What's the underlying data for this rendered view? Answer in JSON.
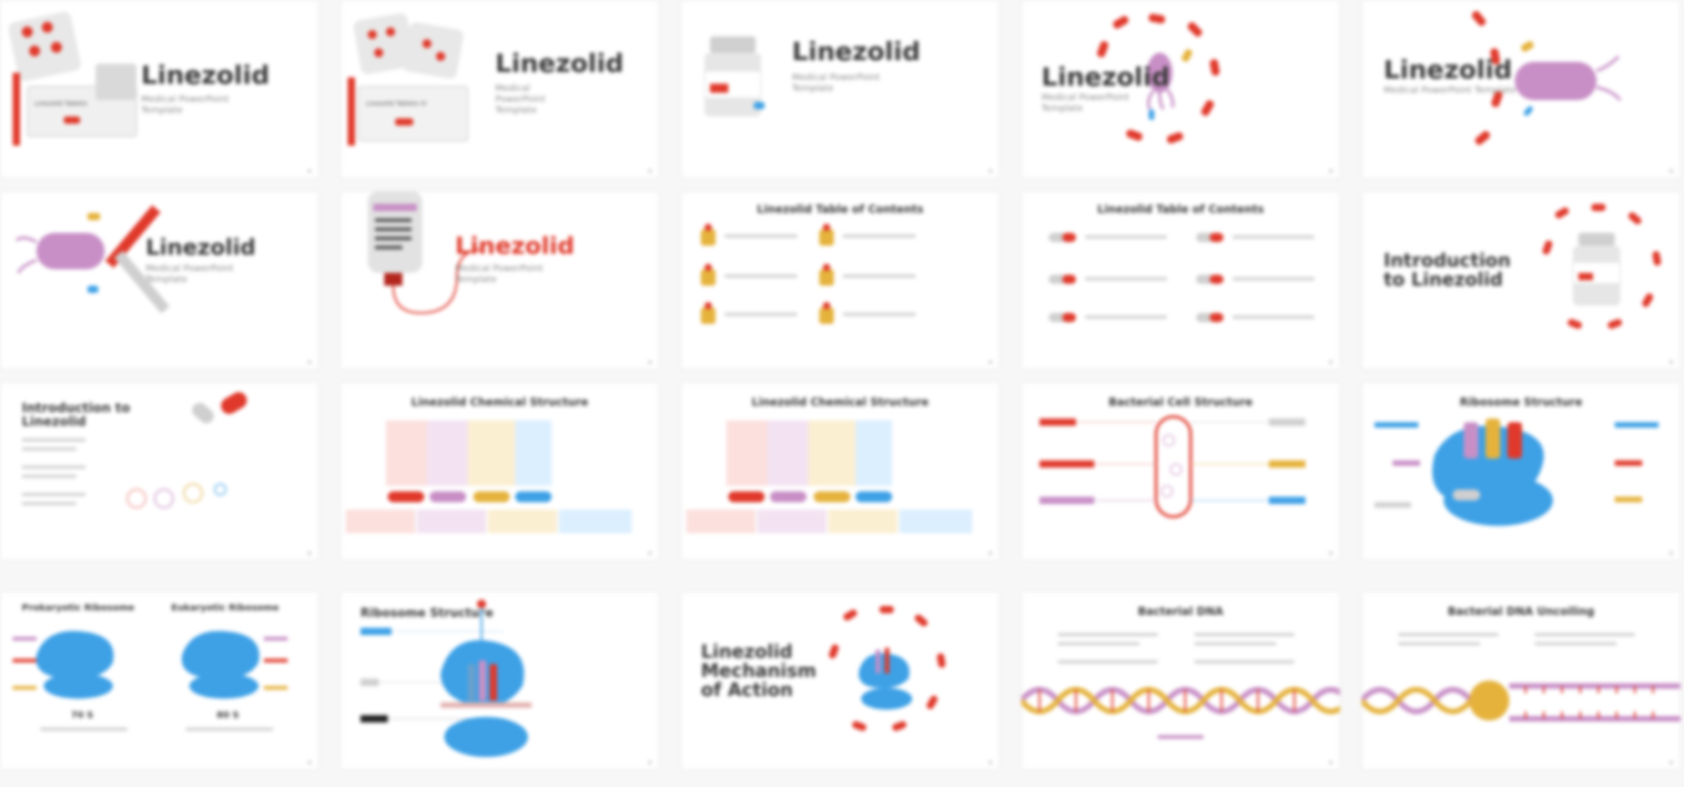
{
  "colors": {
    "red": "#e0392b",
    "purple": "#c88fc6",
    "yellow": "#e5b23c",
    "blue": "#3ea1e6",
    "gray": "#cfcfcf",
    "dark": "#3a3a3a"
  },
  "slides": [
    {
      "title": "Linezolid",
      "subtitle": "Medical PowerPoint Template",
      "label": "Linezolid Tablets"
    },
    {
      "title": "Linezolid",
      "subtitle": "Medical PowerPoint Template",
      "label": "Linezolid Tablets IV"
    },
    {
      "title": "Linezolid",
      "subtitle": "Medical PowerPoint Template"
    },
    {
      "title": "Linezolid",
      "subtitle": "Medical PowerPoint Template"
    },
    {
      "title": "Linezolid",
      "subtitle": "Medical PowerPoint Template"
    },
    {
      "title": "Linezolid",
      "subtitle": "Medical PowerPoint Template"
    },
    {
      "title": "Linezolid",
      "subtitle": "Medical PowerPoint Template"
    },
    {
      "title": "Linezolid Table of Contents"
    },
    {
      "title": "Linezolid Table of Contents"
    },
    {
      "title": "Introduction to Linezolid"
    },
    {
      "title": "Introduction to Linezolid"
    },
    {
      "title": "Linezolid Chemical Structure"
    },
    {
      "title": "Linezolid Chemical Structure"
    },
    {
      "title": "Bacterial Cell Structure"
    },
    {
      "title": "Ribosome Structure"
    },
    {
      "title": "Prokaryotic Ribosome",
      "title2": "Eukaryotic Ribosome",
      "label": "70 S",
      "label2": "80 S"
    },
    {
      "title": "Ribosome Structure"
    },
    {
      "title": "Linezolid Mechanism of Action"
    },
    {
      "title": "Bacterial DNA"
    },
    {
      "title": "Bacterial DNA Uncoiling"
    }
  ]
}
